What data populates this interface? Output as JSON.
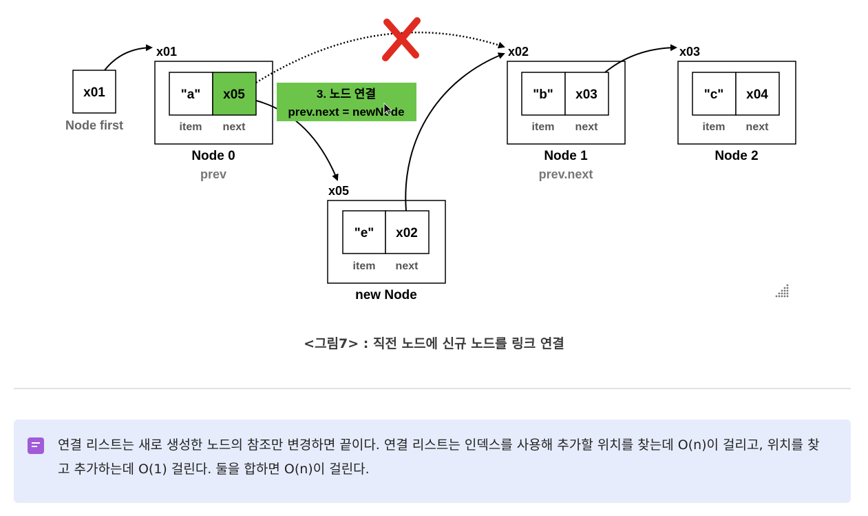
{
  "diagram": {
    "first_box": {
      "value": "x01",
      "label": "Node first"
    },
    "nodes": [
      {
        "address": "x01",
        "item": "\"a\"",
        "next": "x05",
        "name": "Node 0",
        "role": "prev",
        "highlight_next": true
      },
      {
        "address": "x02",
        "item": "\"b\"",
        "next": "x03",
        "name": "Node 1",
        "role": "prev.next",
        "highlight_next": false
      },
      {
        "address": "x03",
        "item": "\"c\"",
        "next": "x04",
        "name": "Node 2",
        "role": "",
        "highlight_next": false
      },
      {
        "address": "x05",
        "item": "\"e\"",
        "next": "x02",
        "name": "new Node",
        "role": "",
        "highlight_next": false
      }
    ],
    "field_labels": {
      "item": "item",
      "next": "next"
    },
    "step_note": {
      "line1": "3. 노드 연결",
      "line2": "prev.next = newNode"
    },
    "colors": {
      "highlight": "#6cc54a",
      "note_bg": "#6cc54a",
      "cross": "#e02b20",
      "role_text": "#777777",
      "first_label": "#666666"
    },
    "icons": [
      "resize-handle-icon",
      "cross-mark-icon",
      "cursor-icon"
    ]
  },
  "caption": "<그림7> : 직전 노드에 신규 노드를 링크 연결",
  "callout": {
    "icon": "note-icon",
    "color": "#a15bd9",
    "text": "연결 리스트는 새로 생성한 노드의 참조만 변경하면 끝이다. 연결 리스트는 인덱스를 사용해 추가할 위치를 찾는데 O(n)이 걸리고, 위치를 찾고 추가하는데 O(1) 걸린다. 둘을 합하면 O(n)이 걸린다."
  }
}
